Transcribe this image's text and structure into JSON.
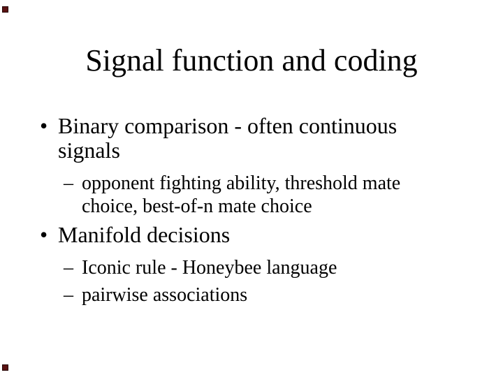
{
  "slide": {
    "title": "Signal function and coding",
    "bullets": [
      {
        "level": 1,
        "marker": "•",
        "lines": [
          "Binary comparison - often continuous",
          "signals"
        ]
      },
      {
        "level": 2,
        "marker": "–",
        "lines": [
          "opponent fighting ability, threshold mate",
          "choice, best-of-n mate choice"
        ]
      },
      {
        "level": 1,
        "marker": "•",
        "lines": [
          "Manifold decisions"
        ]
      },
      {
        "level": 2,
        "marker": "–",
        "lines": [
          "Iconic rule - Honeybee language"
        ]
      },
      {
        "level": 2,
        "marker": "–",
        "lines": [
          "pairwise associations"
        ]
      }
    ],
    "colors": {
      "background": "#ffffff",
      "text": "#000000",
      "corner_marker_fill": "#5a1212",
      "corner_marker_border": "#240404"
    }
  }
}
